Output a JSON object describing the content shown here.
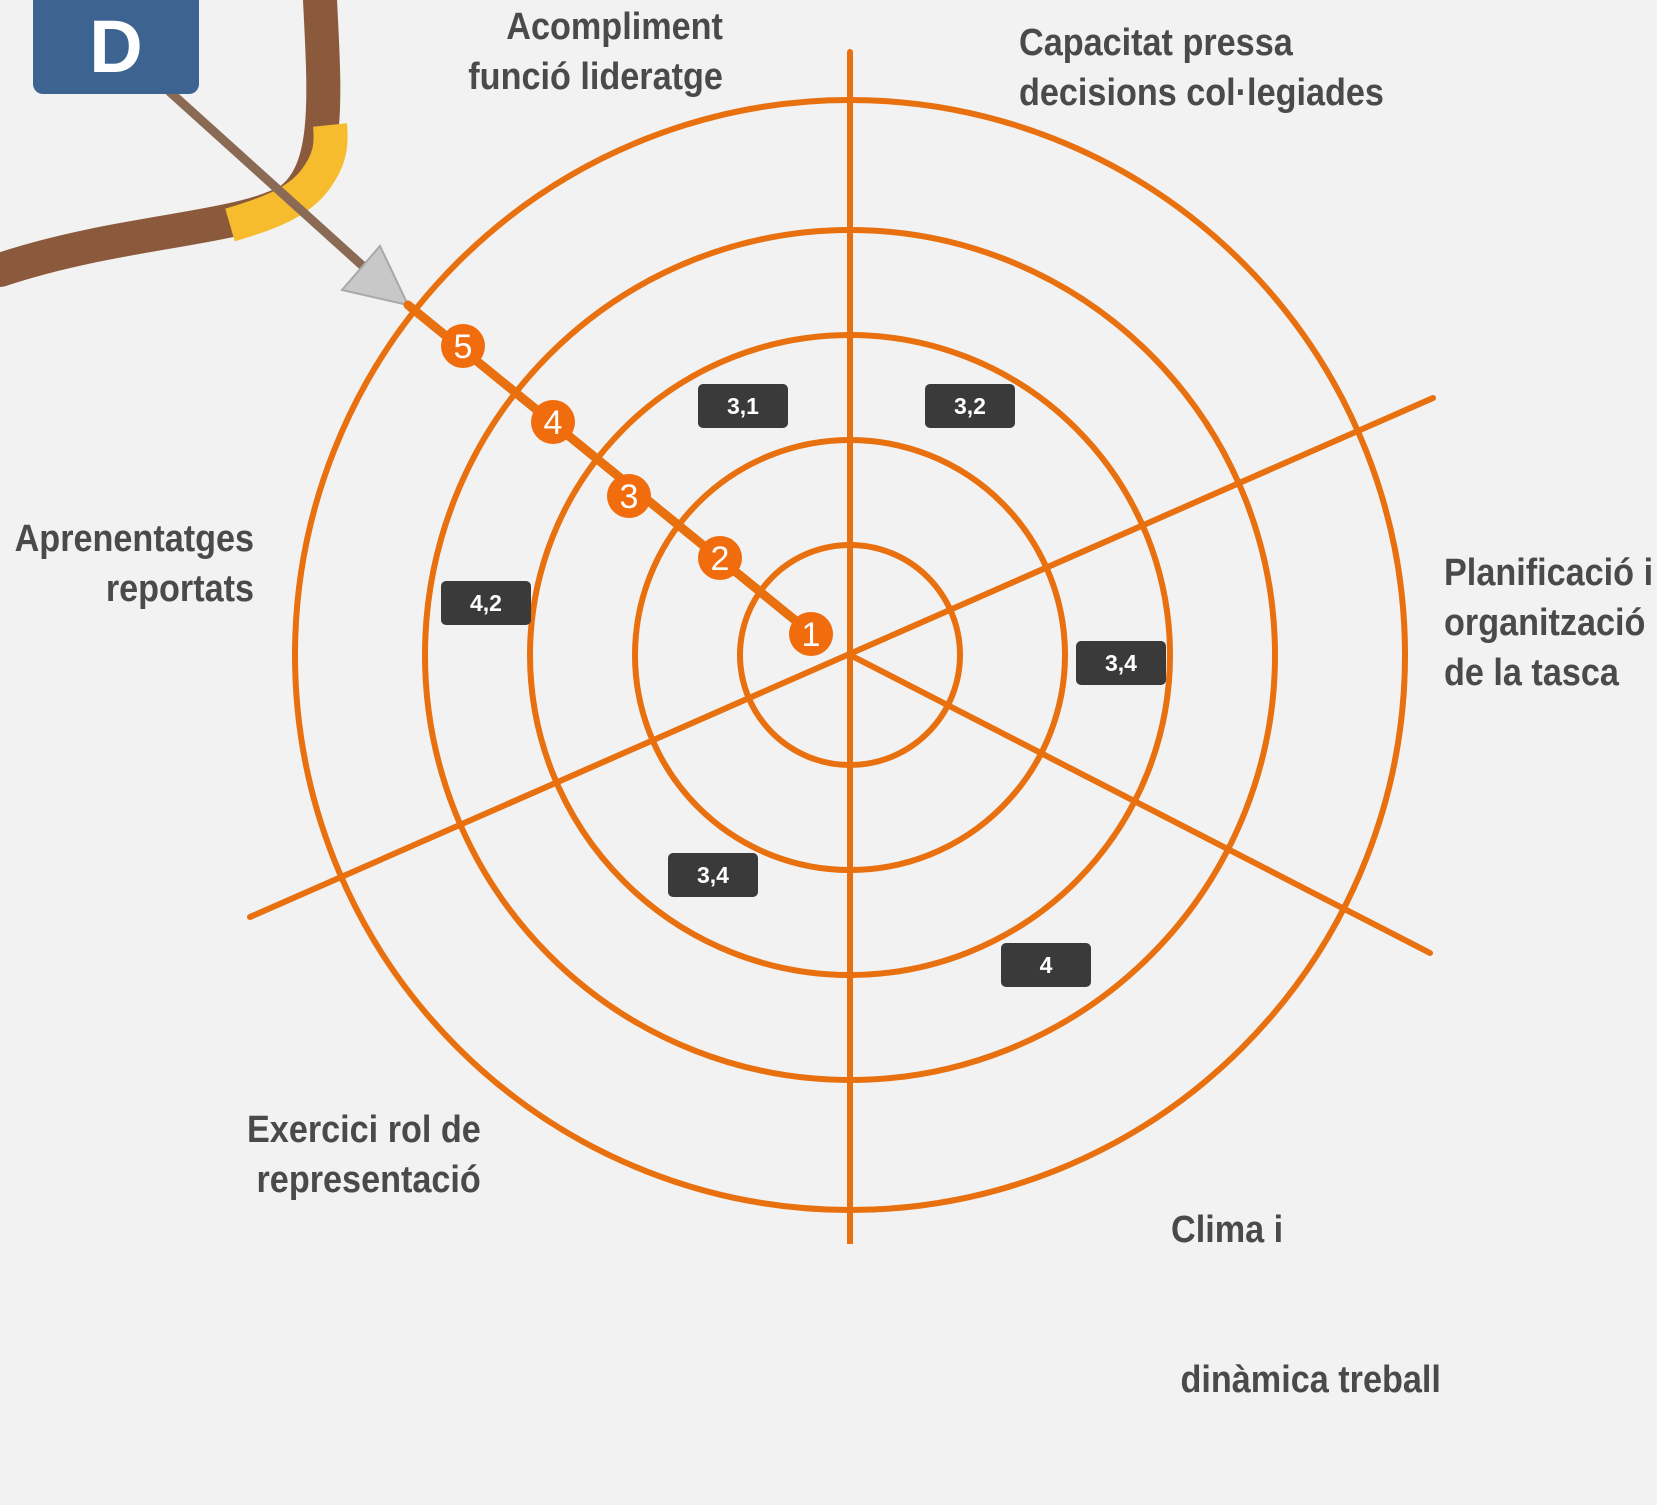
{
  "panel_tag": "D",
  "axes": {
    "acompliment": [
      "Acompliment",
      "funció lideratge"
    ],
    "capacitat": [
      "Capacitat pressa",
      "decisions col·legiades"
    ],
    "planificacio": [
      "Planificació i",
      "organització",
      "de la tasca"
    ],
    "clima": [
      "Clima i",
      " dinàmica treball"
    ],
    "exercici": [
      "Exercici rol de",
      "representació"
    ],
    "aprenentatges": [
      "Aprenentatges",
      "reportats"
    ]
  },
  "scores": {
    "acompliment": "3,1",
    "capacitat": "3,2",
    "planificacio": "3,4",
    "clima": "4",
    "exercici": "3,4",
    "aprenentatges": "4,2"
  },
  "scale_markers": [
    "1",
    "2",
    "3",
    "4",
    "5"
  ],
  "colors": {
    "background": "#f2f2f2",
    "rings": "#e8700f",
    "badge": "#3a3a3a",
    "panel_tag": "#3d6491",
    "label_text": "#4a4a4a",
    "arrow": "#8a6a55",
    "arrow_head": "#c8c8c8",
    "path_brown": "#8b5a3c",
    "path_yellow": "#f7bc2d"
  }
}
